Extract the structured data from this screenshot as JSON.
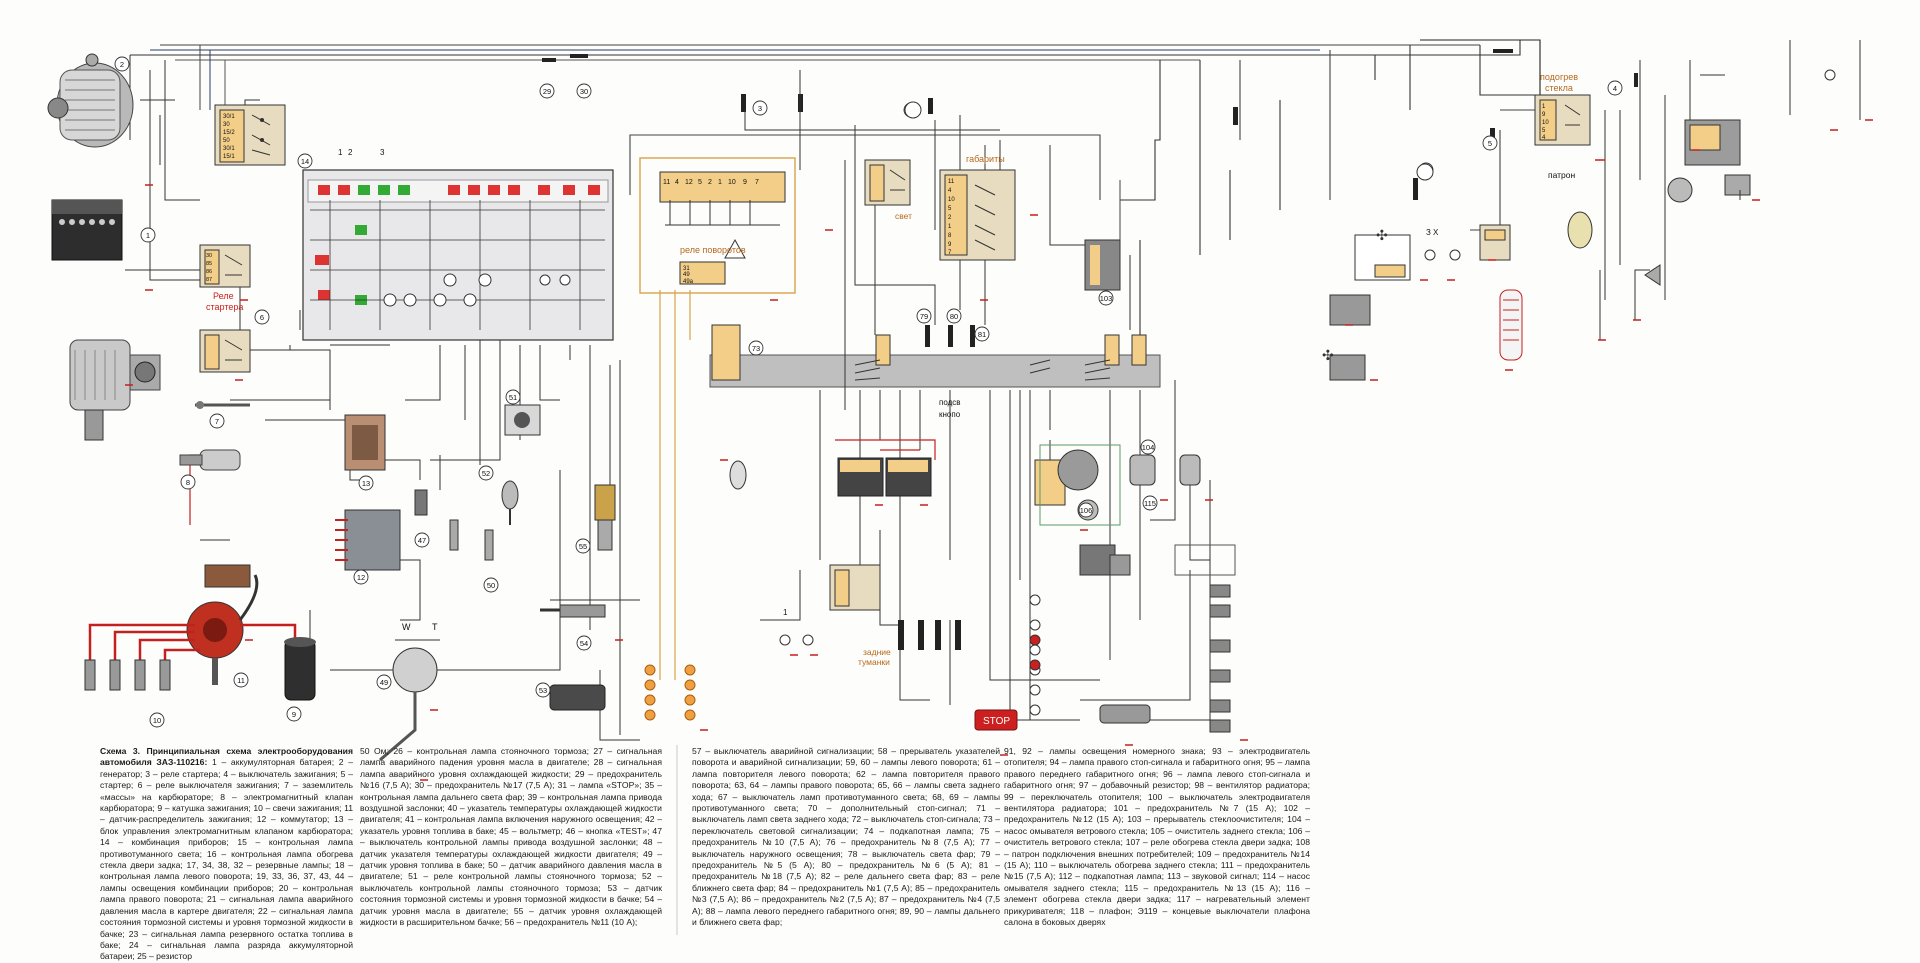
{
  "labels": {
    "relay_starter_1": "Реле",
    "relay_starter_2": "стартера",
    "turn_relay": "реле поворотов",
    "lights": "габариты",
    "svet": "свет",
    "heating_1": "подогрев",
    "heating_2": "стекла",
    "patron": "патрон",
    "podsv_1": "подсв",
    "podsv_2": "кнопо",
    "rear_fog_1": "задние",
    "rear_fog_2": "туманки",
    "stop": "STOP",
    "zx": "З Х",
    "w": "W",
    "t": "T"
  },
  "callouts": [
    "1",
    "2",
    "3",
    "4",
    "5",
    "6",
    "7",
    "8",
    "9",
    "10",
    "11",
    "12",
    "13",
    "14",
    "29",
    "30",
    "47",
    "49",
    "50",
    "51",
    "52",
    "53",
    "54",
    "55",
    "73",
    "79",
    "80",
    "81",
    "103",
    "104",
    "106",
    "115"
  ],
  "relay_pins": {
    "main_block": [
      "30/1",
      "30",
      "15/2",
      "50",
      "30/1",
      "15/1"
    ],
    "starter_relay": [
      "30",
      "85",
      "86",
      "87"
    ],
    "turn_block": [
      "11",
      "4",
      "12",
      "5",
      "2",
      "1",
      "10",
      "9",
      "7"
    ],
    "turn_relay_pins": [
      "31",
      "49",
      "49a"
    ],
    "lights_relay": [
      "11",
      "4",
      "10",
      "5",
      "2",
      "1",
      "8",
      "9",
      "7"
    ],
    "heating_relay": [
      "1",
      "9",
      "10",
      "5",
      "4"
    ]
  },
  "caption": {
    "col1_title": "Схема 3. Принципиальная схема электрооборудования автомобиля ЗАЗ-110216:",
    "col1": " 1 – аккумуляторная батарея; 2 – генератор; 3 – реле стартера; 4 – выключатель зажигания; 5 – стартер; 6 – реле выключателя зажигания; 7 – заземлитель «массы» на карбюраторе; 8 – электромагнитный клапан карбюратора; 9 – катушка зажигания; 10 – свечи зажигания; 11 – датчик-распределитель зажигания; 12 – коммутатор; 13 – блок управления электромагнитным клапаном карбюратора; 14 – комбинация приборов; 15 – контрольная лампа противотуманного света; 16 – контрольная лампа обогрева стекла двери задка; 17, 34, 38, 32 – резервные лампы; 18 – контрольная лампа левого поворота; 19, 33, 36, 37, 43, 44 – лампы освещения комбинации приборов; 20 – контрольная лампа правого поворота; 21 – сигнальная лампа аварийного давления масла в картере двигателя; 22 – сигнальная лампа состояния тормозной системы и уровня тормозной жидкости в бачке; 23 – сигнальная лампа резервного остатка топлива в баке; 24 – сигнальная лампа разряда аккумуляторной батареи; 25 – резистор",
    "col2": "50 Ом; 26 – контрольная лампа стояночного тормоза; 27 – сигнальная лампа аварийного падения уровня масла в двигателе; 28 – сигнальная лампа аварийного уровня охлаждающей жидкости; 29 – предохранитель №16 (7,5 А); 30 – предохранитель №17 (7,5 А); 31 – лампа «STOP»; 35 – контрольная лампа дальнего света фар; 39 – контрольная лампа привода воздушной заслонки; 40 – указатель температуры охлаждающей жидкости двигателя; 41 – контрольная лампа включения наружного освещения; 42 – указатель уровня топлива в баке; 45 – вольтметр; 46 – кнопка «TEST»; 47 – выключатель контрольной лампы привода воздушной заслонки; 48 – датчик указателя температуры охлаждающей жидкости двигателя; 49 – датчик уровня топлива в баке; 50 – датчик аварийного давления масла в двигателе; 51 – реле контрольной лампы стояночного тормоза; 52 – выключатель контрольной лампы стояночного тормоза; 53 – датчик состояния тормозной системы и уровня тормозной жидкости в бачке; 54 – датчик уровня масла в двигателе; 55 – датчик уровня охлаждающей жидкости в расширительном бачке; 56 – предохранитель №11 (10 А);",
    "col3": "57 – выключатель аварийной сигнализации; 58 – прерыватель указателей поворота и аварийной сигнализации; 59, 60 – лампы левого поворота; 61 – лампа повторителя левого поворота; 62 – лампа повторителя правого поворота; 63, 64 – лампы правого поворота; 65, 66 – лампы света заднего хода; 67 – выключатель ламп противотуманного света; 68, 69 – лампы противотуманного света; 70 – дополнительный стоп-сигнал; 71 – выключатель ламп света заднего хода; 72 – выключатель стоп-сигнала; 73 – переключатель световой сигнализации; 74 – подкапотная лампа; 75 – предохранитель №10 (7,5 А); 76 – предохранитель №8 (7,5 А); 77 – выключатель наружного освещения; 78 – выключатель света фар; 79 – предохранитель №5 (5 А); 80 – предохранитель №6 (5 А); 81 – предохранитель №18 (7,5 А); 82 – реле дальнего света фар; 83 – реле ближнего света фар; 84 – предохранитель №1 (7,5 А); 85 – предохранитель №3 (7,5 А); 86 – предохранитель №2 (7,5 А); 87 – предохранитель №4 (7,5 А); 88 – лампа левого переднего габаритного огня; 89, 90 – лампы дальнего и ближнего света фар;",
    "col4": "91, 92 – лампы освещения номерного знака; 93 – электродвигатель отопителя; 94 – лампа правого стоп-сигнала и габаритного огня; 95 – лампа правого переднего габаритного огня; 96 – лампа левого стоп-сигнала и габаритного огня; 97 – добавочный резистор; 98 – вентилятор радиатора; 99 – переключатель отопителя; 100 – выключатель электродвигателя вентилятора радиатора; 101 – предохранитель №7 (15 А); 102 – предохранитель №12 (15 А); 103 – прерыватель стеклоочистителя; 104 – насос омывателя ветрового стекла; 105 – очиститель заднего стекла; 106 – очиститель ветрового стекла; 107 – реле обогрева стекла двери задка; 108 – патрон подключения внешних потребителей; 109 – предохранитель №14 (15 А); 110 – выключатель обогрева заднего стекла; 111 – предохранитель №15 (7,5 А); 112 – подкапотная лампа; 113 – звуковой сигнал; 114 – насос омывателя заднего стекла; 115 – предохранитель №13 (15 А); 116 – элемент обогрева стекла двери задка; 117 – нагревательный элемент прикуривателя; 118 – плафон; Э119 – концевые выключатели плафона салона в боковых дверях"
  }
}
